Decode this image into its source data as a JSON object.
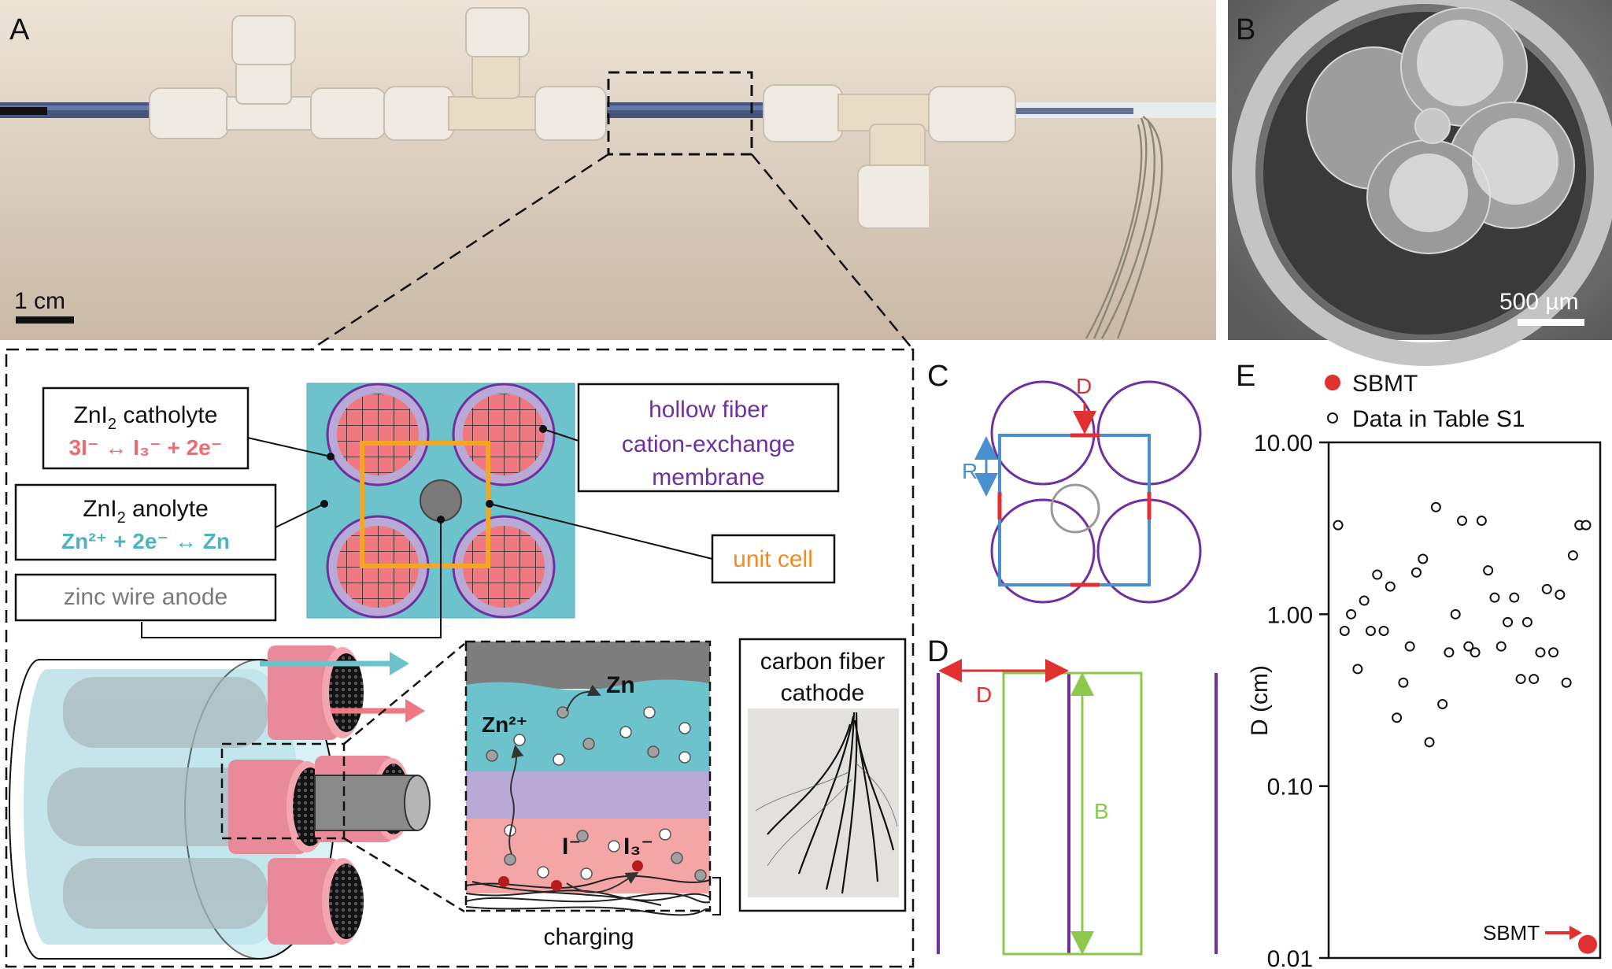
{
  "panels": {
    "a": "A",
    "b": "B",
    "c": "C",
    "d": "D",
    "e": "E"
  },
  "panel_a": {
    "scale_label": "1 cm"
  },
  "panel_b": {
    "scale_label": "500 µm"
  },
  "schematic": {
    "catholyte_title": "ZnI",
    "catholyte_title_sub": "2",
    "catholyte_title_suffix": " catholyte",
    "catholyte_reaction": "3I⁻ ↔ I₃⁻ + 2e⁻",
    "anolyte_title": "ZnI",
    "anolyte_title_sub": "2",
    "anolyte_title_suffix": " anolyte",
    "anolyte_reaction": "Zn²⁺ + 2e⁻ ↔ Zn",
    "zinc_wire": "zinc wire anode",
    "membrane_line1": "hollow fiber",
    "membrane_line2": "cation-exchange",
    "membrane_line3": "membrane",
    "unit_cell": "unit cell",
    "zn_label": "Zn",
    "zn2_label": "Zn²⁺",
    "i_label": "I⁻",
    "i3_label": "I₃⁻",
    "charging": "charging",
    "carbon_line1": "carbon fiber",
    "carbon_line2": "cathode"
  },
  "panel_c": {
    "d_label": "D",
    "r_label": "R"
  },
  "panel_d": {
    "d_label": "D",
    "b_label": "B"
  },
  "colors": {
    "teal": "#6cc3cc",
    "catholyte_pink": "#f07880",
    "membrane_purple": "#b8a9d6",
    "outline_purple": "#7030a0",
    "unit_orange": "#f5a623",
    "unit_blue": "#4a8fd0",
    "gap_red": "#e03030",
    "green": "#8cc84b"
  },
  "chart_data": {
    "type": "scatter",
    "ylabel": "D (cm)",
    "yscale": "log",
    "ylim": [
      0.01,
      10
    ],
    "yticks": [
      "10.00",
      "1.00",
      "0.10",
      "0.01"
    ],
    "legend": [
      "SBMT",
      "Data in Table S1"
    ],
    "legend_position": "top-left",
    "annotation": "SBMT",
    "series": [
      {
        "name": "Data in Table S1",
        "y": [
          3.3,
          0.8,
          1.0,
          0.48,
          1.2,
          0.8,
          1.7,
          0.8,
          1.45,
          0.25,
          0.4,
          0.65,
          1.75,
          2.1,
          0.18,
          4.2,
          0.3,
          0.6,
          1.0,
          3.5,
          0.65,
          0.6,
          3.5,
          1.8,
          1.25,
          0.65,
          0.9,
          1.25,
          0.42,
          0.9,
          0.42,
          0.6,
          1.4,
          0.6,
          1.3,
          0.4,
          2.2,
          3.3,
          3.3
        ]
      },
      {
        "name": "SBMT",
        "y": [
          0.012
        ]
      }
    ]
  }
}
